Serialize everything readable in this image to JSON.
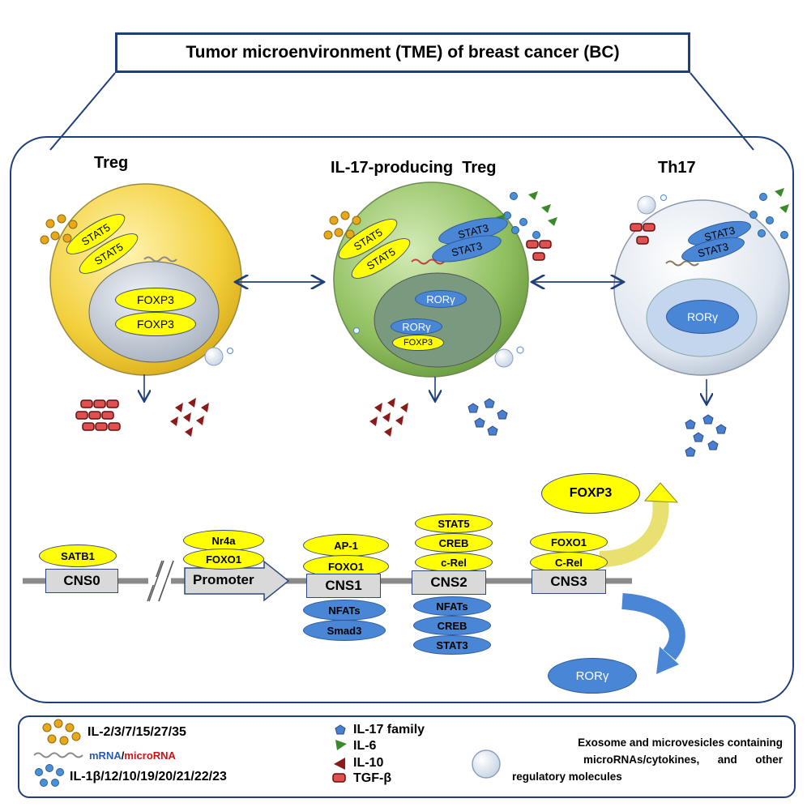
{
  "title": "Tumor microenvironment (TME) of breast cancer (BC)",
  "cells": {
    "treg": {
      "label": "Treg",
      "stat_top": "STAT5",
      "stat_bottom": "STAT5",
      "foxp3_top": "FOXP3",
      "foxp3_bottom": "FOXP3"
    },
    "il17_treg": {
      "label": "IL-17-producing  Treg",
      "stat5_top": "STAT5",
      "stat5_bottom": "STAT5",
      "stat3_top": "STAT3",
      "stat3_bottom": "STAT3",
      "ror_top": "RORγ",
      "ror_mid": "RORγ",
      "foxp3": "FOXP3"
    },
    "th17": {
      "label": "Th17",
      "stat3_top": "STAT3",
      "stat3_bottom": "STAT3",
      "ror": "RORγ"
    }
  },
  "gene": {
    "cns0": "CNS0",
    "satb1": "SATB1",
    "promoter": "Promoter",
    "nr4a": "Nr4a",
    "foxo1_p": "FOXO1",
    "cns1": "CNS1",
    "ap1": "AP-1",
    "foxo1_c1": "FOXO1",
    "nfats_c1": "NFATs",
    "smad3": "Smad3",
    "cns2": "CNS2",
    "stat5": "STAT5",
    "creb_top": "CREB",
    "crel_c2": "c-Rel",
    "nfats_c2": "NFATs",
    "creb_bot": "CREB",
    "stat3": "STAT3",
    "cns3": "CNS3",
    "foxo1_c3": "FOXO1",
    "crel_c3": "C-Rel",
    "out_foxp3": "FOXP3",
    "out_ror": "RORγ"
  },
  "legend": {
    "il2": "IL-2/3/7/15/27/35",
    "mrna": "mRNA",
    "slash": "/",
    "microrna": "microRNA",
    "il1b": "IL-1β/12/10/19/20/21/22/23",
    "il17": "IL-17 family",
    "il6": "IL-6",
    "il10": "IL-10",
    "tgfb": "TGF-β",
    "exosome_line1": "Exosome and microvesicles containing",
    "exosome_line2": "microRNAs/cytokines,      and      other",
    "exosome_line3": "regulatory molecules"
  },
  "colors": {
    "frame": "#1f3f7a",
    "yellow": "#ffff00",
    "blue": "#4a86d6",
    "treg_cell": "#f2cf3a",
    "il17_cell": "#8fbf5e",
    "th17_cell": "#dfe6ef",
    "il10": "#8b1a1a",
    "il6": "#3a8a2a",
    "il17": "#4a7fd0",
    "tgfb": "#e05050"
  }
}
